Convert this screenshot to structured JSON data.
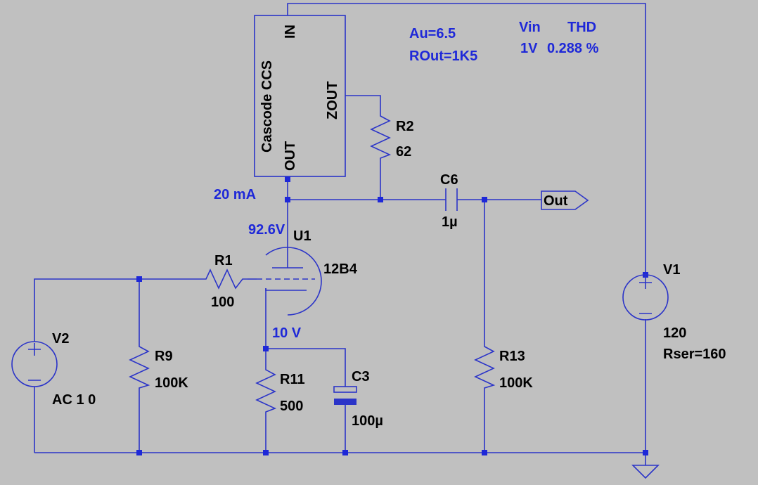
{
  "colors": {
    "background": "#c0c0c0",
    "wire": "#2b34c8",
    "annotation": "#1e28d8",
    "text": "#000000"
  },
  "ccs": {
    "title": "Cascode CCS",
    "pin_in": "IN",
    "pin_out": "OUT",
    "pin_zout": "ZOUT"
  },
  "annotations": {
    "au": "Au=6.5",
    "rout": "ROut=1K5",
    "vin_header": "Vin",
    "thd_header": "THD",
    "vin_value": "1V",
    "thd_value": "0.288 %",
    "current": "20 mA",
    "plate_voltage": "92.6V",
    "cathode_voltage": "10 V"
  },
  "components": {
    "r2": {
      "name": "R2",
      "value": "62"
    },
    "c6": {
      "name": "C6",
      "value": "1µ"
    },
    "u1": {
      "name": "U1",
      "value": "12B4"
    },
    "r1": {
      "name": "R1",
      "value": "100"
    },
    "r9": {
      "name": "R9",
      "value": "100K"
    },
    "r11": {
      "name": "R11",
      "value": "500"
    },
    "c3": {
      "name": "C3",
      "value": "100µ"
    },
    "r13": {
      "name": "R13",
      "value": "100K"
    },
    "v2": {
      "name": "V2",
      "value": "AC 1 0"
    },
    "v1": {
      "name": "V1",
      "value": "120",
      "rser": "Rser=160"
    }
  },
  "output_label": "Out",
  "icons": [
    "ground-icon",
    "voltage-source-icon",
    "triode-icon",
    "resistor-icon",
    "capacitor-icon",
    "polarized-capacitor-icon"
  ]
}
